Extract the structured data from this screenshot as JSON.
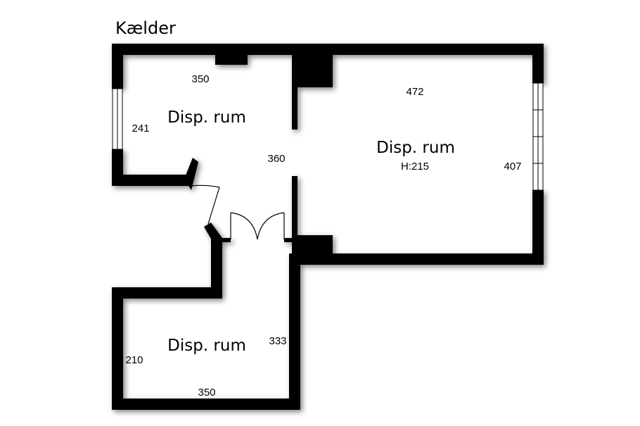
{
  "floor_title": "Kælder",
  "rooms": [
    {
      "name": "Disp. rum",
      "dims": [
        "350",
        "241",
        "360"
      ]
    },
    {
      "name": "Disp. rum",
      "height": "H:215",
      "dims": [
        "472",
        "407"
      ]
    },
    {
      "name": "Disp. rum",
      "dims": [
        "333",
        "210",
        "350"
      ]
    }
  ]
}
